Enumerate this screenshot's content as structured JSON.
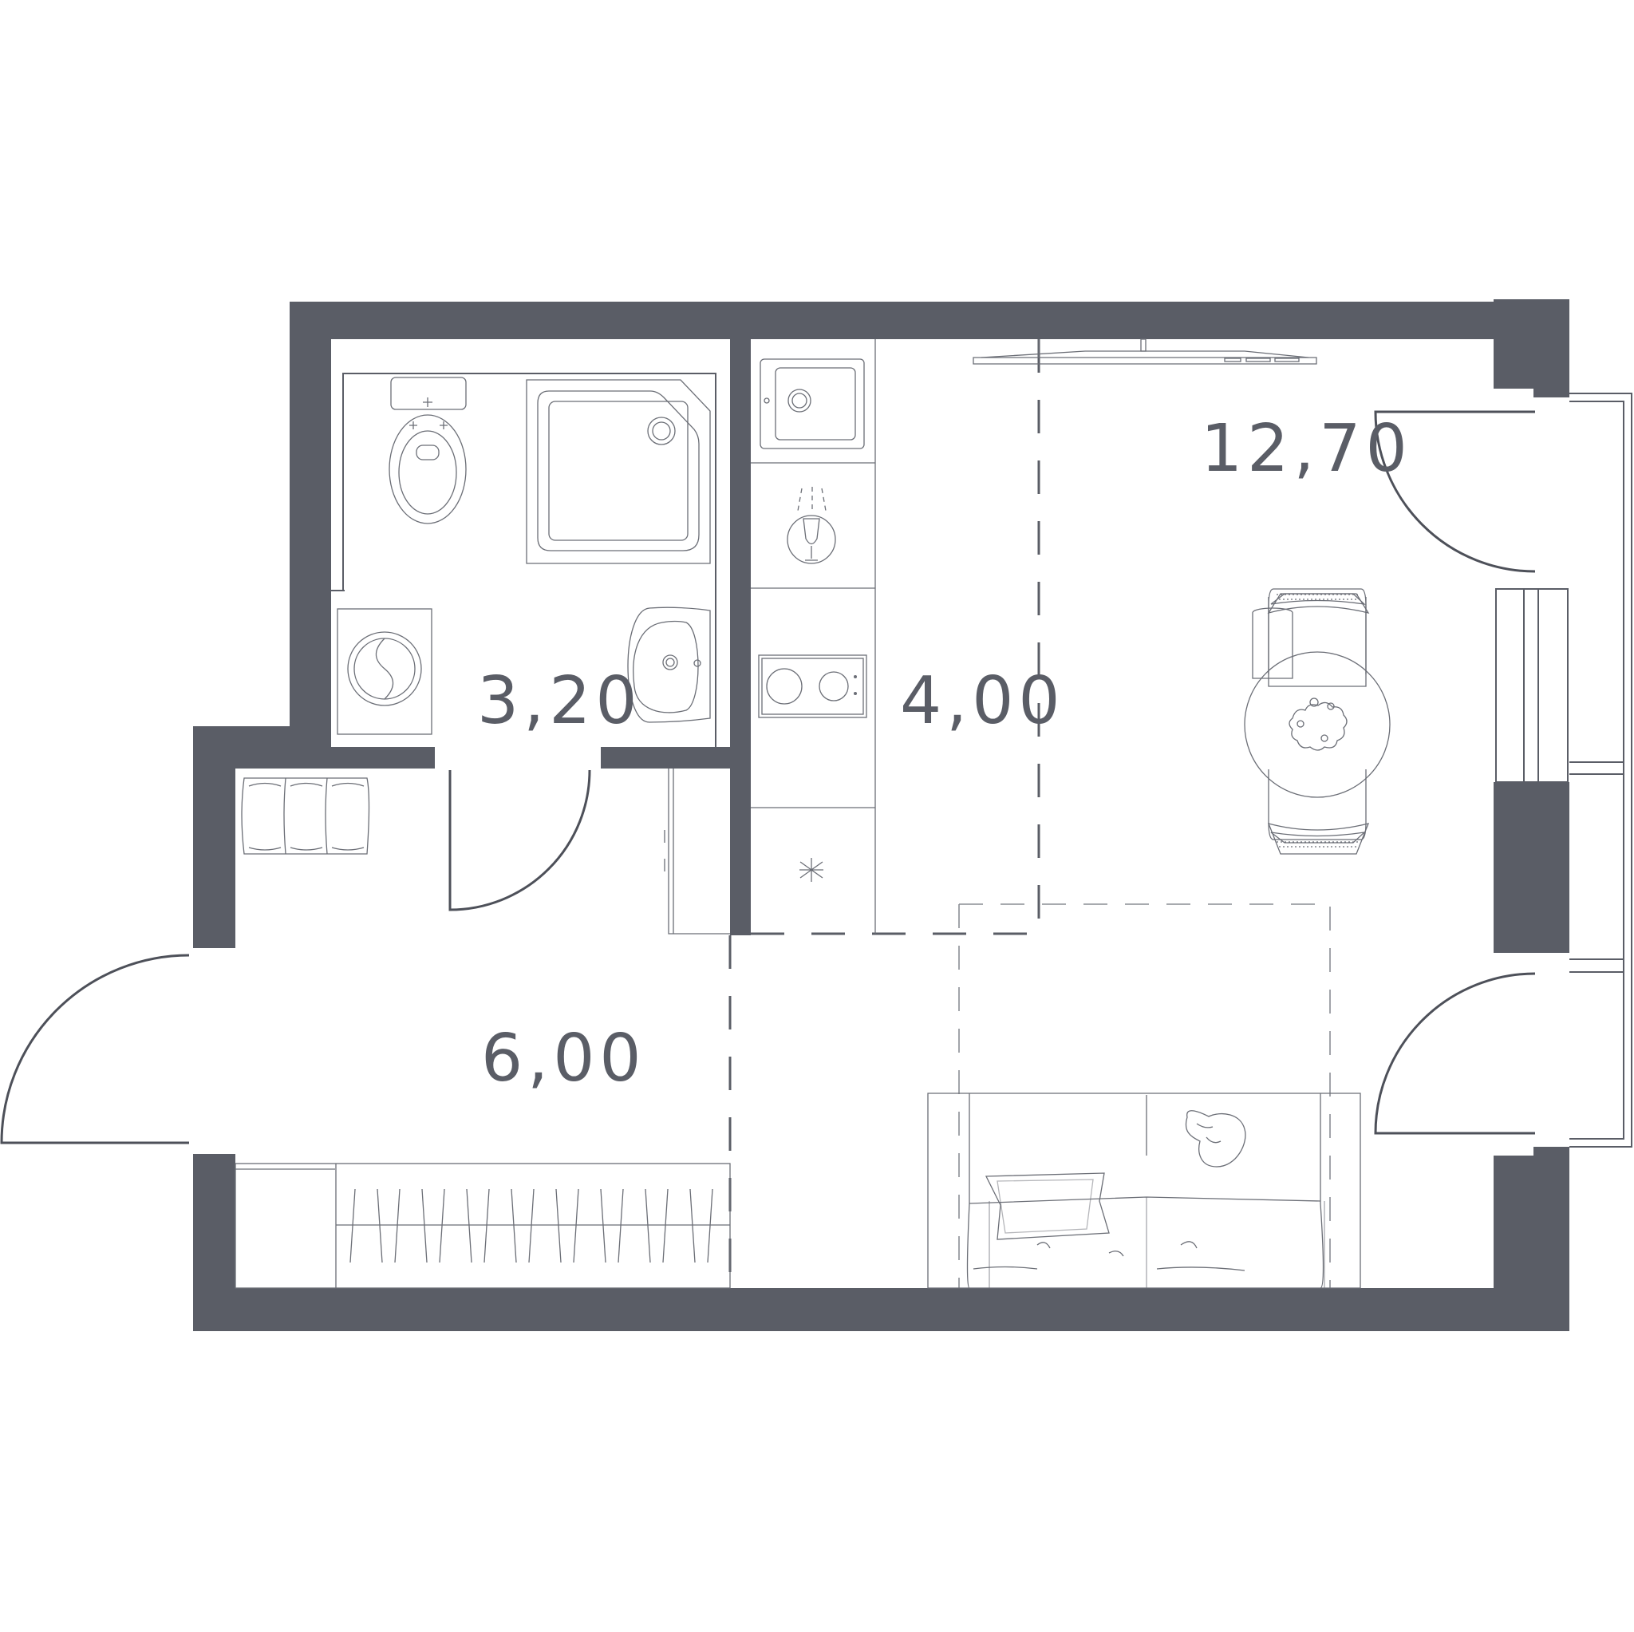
{
  "rooms": [
    {
      "id": "bathroom",
      "area": "3,20"
    },
    {
      "id": "kitchen",
      "area": "4,00"
    },
    {
      "id": "living",
      "area": "12,70"
    },
    {
      "id": "hallway",
      "area": "6,00"
    }
  ],
  "colors": {
    "wall": "#5a5d66",
    "line": "#6b6e76",
    "background": "#ffffff"
  },
  "icons": [
    "toilet-icon",
    "shower-icon",
    "washing-machine-icon",
    "washbasin-icon",
    "kitchen-sink-icon",
    "hob-icon",
    "dining-table-icon",
    "sofa-icon",
    "wardrobe-icon",
    "tv-icon",
    "pouf-icon"
  ]
}
